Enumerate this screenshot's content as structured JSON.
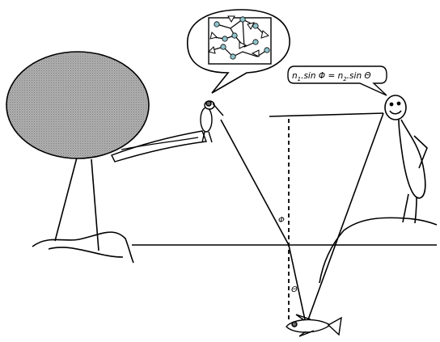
{
  "equation": {
    "n1": "n",
    "n1_sub": "1",
    "left_rest": ".sin Φ = ",
    "n2": "n",
    "n2_sub": "2",
    "right_rest": ".sin Θ"
  },
  "angle_labels": {
    "phi": "Φ",
    "theta": "Θ"
  },
  "colors": {
    "ink": "#000000",
    "tree_crown": "#a6a6a6",
    "particle": "#8fc4cc",
    "background": "#ffffff"
  }
}
